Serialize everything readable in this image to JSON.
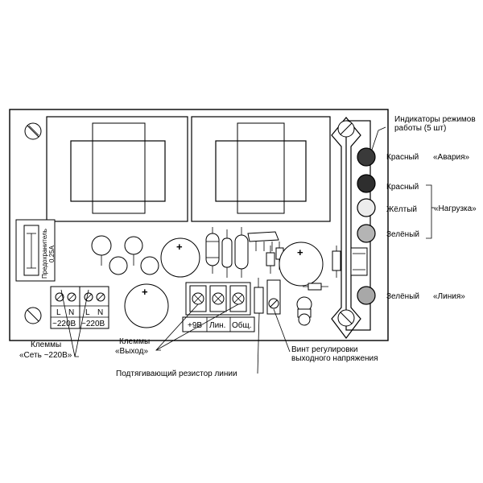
{
  "indicators": {
    "title_line1": "Индикаторы режимов",
    "title_line2": "работы (5 шт)",
    "leds": [
      {
        "color_label": "Красный",
        "mode": "«Авария»",
        "fill": "#3a3a3a"
      },
      {
        "color_label": "Красный",
        "mode": "",
        "fill": "#2e2e2e"
      },
      {
        "color_label": "Жёлтый",
        "mode": "",
        "fill": "#ececec"
      },
      {
        "color_label": "Зелёный",
        "mode": "",
        "fill": "#b4b4b4"
      },
      {
        "color_label": "Зелёный",
        "mode": "«Линия»",
        "fill": "#a8a8a8"
      }
    ],
    "load_group_label": "«Нагрузка»"
  },
  "fuse": {
    "label_line1": "Предохранитель",
    "label_line2": "0,25А"
  },
  "mains_terminals": {
    "pin_l": "L",
    "pin_n": "N",
    "block_labels": [
      "~220В",
      "~220В"
    ],
    "caption_line1": "Клеммы",
    "caption_line2": "«Сеть ~220В»"
  },
  "output_terminals": {
    "labels": [
      "+9В",
      "Лин.",
      "Общ."
    ],
    "caption_line1": "Клеммы",
    "caption_line2": "«Выход»"
  },
  "pullup_resistor": {
    "caption": "Подтягивающий резистор линии"
  },
  "voltage_screw": {
    "caption_line1": "Винт регулировки",
    "caption_line2": "выходного напряжения"
  },
  "capacitor_polarity": "+"
}
